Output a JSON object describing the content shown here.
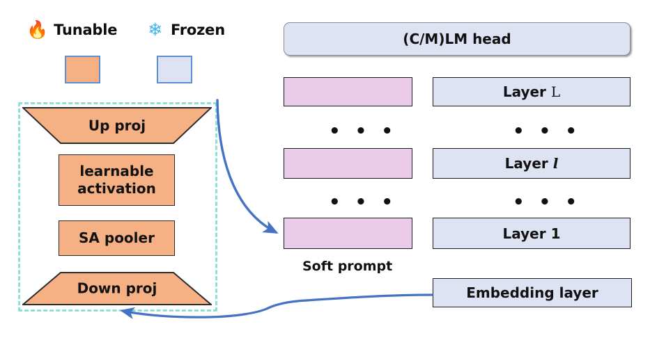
{
  "legend": {
    "tunable": {
      "icon": "fire-icon",
      "glyph": "🔥",
      "label": "Tunable",
      "swatch_color": "#F5B183"
    },
    "frozen": {
      "icon": "snowflake-icon",
      "glyph": "❄",
      "label": "Frozen",
      "swatch_color": "#DEE3F4"
    }
  },
  "module": {
    "border_color": "#8CE0D4",
    "blocks": [
      {
        "label": "Up proj",
        "shape": "trapezoid-inverted",
        "color": "#F5B183"
      },
      {
        "label": "learnable\nactivation",
        "shape": "rectangle",
        "color": "#F5B183"
      },
      {
        "label": "SA pooler",
        "shape": "rectangle",
        "color": "#F5B183"
      },
      {
        "label": "Down proj",
        "shape": "trapezoid",
        "color": "#F5B183"
      }
    ]
  },
  "model": {
    "head": {
      "label": "(C/M)LM head",
      "color": "#DEE3F4"
    },
    "soft_prompt_caption": "Soft prompt",
    "soft_prompt_color": "#EACCEA",
    "layer_color": "#DEE3F4",
    "rows": [
      {
        "layer_label": "Layer L",
        "layer_label_plain": "Layer ",
        "layer_label_sub": "L",
        "sub_style": "serif",
        "has_prompt": true
      },
      {
        "layer_label": "...",
        "layer_label_plain": "...",
        "layer_label_sub": "",
        "sub_style": "none",
        "has_prompt": false,
        "is_ellipsis": true
      },
      {
        "layer_label": "Layer l",
        "layer_label_plain": "Layer ",
        "layer_label_sub": "l",
        "sub_style": "italic",
        "has_prompt": true
      },
      {
        "layer_label": "...",
        "layer_label_plain": "...",
        "layer_label_sub": "",
        "sub_style": "none",
        "has_prompt": false,
        "is_ellipsis": true
      },
      {
        "layer_label": "Layer 1",
        "layer_label_plain": "Layer ",
        "layer_label_sub": "1",
        "sub_style": "none",
        "has_prompt": true
      }
    ],
    "embedding": {
      "label": "Embedding layer",
      "color": "#DEE3F4"
    }
  },
  "arrows": {
    "color": "#4472C4",
    "module_to_prompt": "module output feeds soft prompt of Layer 1",
    "embedding_to_module": "embedding layer output feeds module input"
  },
  "ellipsis_text": "• • •"
}
